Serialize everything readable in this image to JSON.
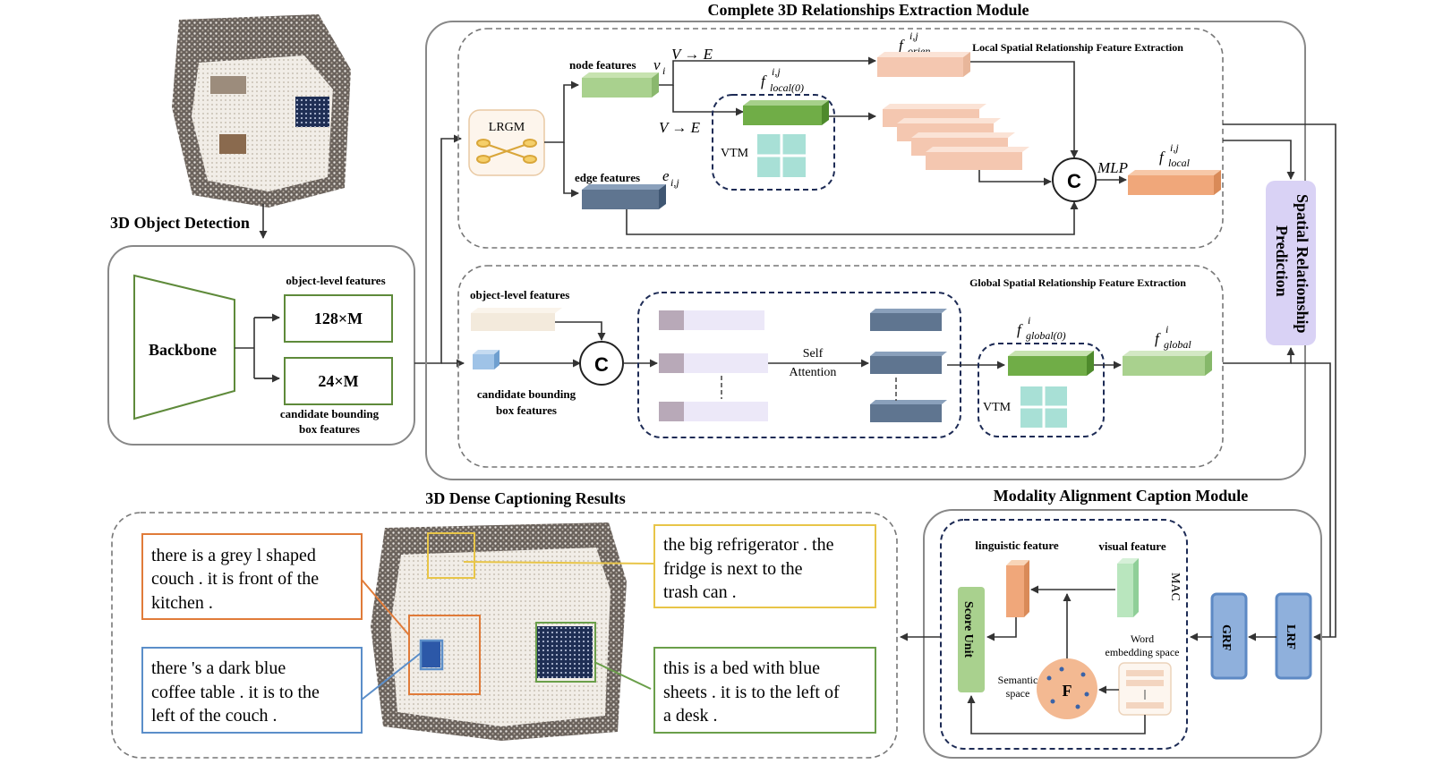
{
  "titles": {
    "detection": "3D Object Detection",
    "complete_module": "Complete 3D Relationships Extraction Module",
    "local_section": "Local Spatial Relationship Feature Extraction",
    "global_section": "Global Spatial Relationship Feature Extraction",
    "results": "3D Dense Captioning Results",
    "mac_module": "Modality Alignment Caption Module"
  },
  "detector": {
    "backbone": "Backbone",
    "object_level_features": "object-level features",
    "feature_128": "128×M",
    "feature_24": "24×M",
    "candidate_bbox_line1": "candidate bounding",
    "candidate_bbox_line2": "box features"
  },
  "local": {
    "lrgm": "LRGM",
    "node_features": "node features",
    "node_sym": "v",
    "node_sub": "i",
    "edge_features": "edge features",
    "edge_sym": "e",
    "edge_sub": "i,j",
    "v_to_e_1": "V → E",
    "v_to_e_2": "V → E",
    "f_orien_sym": "f",
    "f_orien_sup": "i,j",
    "f_orien_sub": "orien",
    "f_local0_sym": "f",
    "f_local0_sup": "i,j",
    "f_local0_sub": "local(0)",
    "vtm": "VTM",
    "concat": "C",
    "mlp": "MLP",
    "f_local_sym": "f",
    "f_local_sup": "i,j",
    "f_local_sub": "local"
  },
  "global": {
    "object_level_features": "object-level features",
    "candidate_line1": "candidate bounding",
    "candidate_line2": "box features",
    "concat": "C",
    "self_attention_line1": "Self",
    "self_attention_line2": "Attention",
    "f_global0_sym": "f",
    "f_global0_sup": "i",
    "f_global0_sub": "global(0)",
    "vtm": "VTM",
    "f_global_sym": "f",
    "f_global_sup": "i",
    "f_global_sub": "global"
  },
  "prediction": {
    "line1": "Spatial Relationship",
    "line2": "Prediction"
  },
  "mac": {
    "label": "MAC",
    "linguistic_feature": "linguistic feature",
    "visual_feature": "visual feature",
    "score_unit": "Score Unit",
    "word_embedding_line1": "Word",
    "word_embedding_line2": "embedding space",
    "semantic_line1": "Semantic",
    "semantic_line2": "space",
    "f_label": "F",
    "grf": "GRF",
    "lrf": "LRF"
  },
  "captions": {
    "couch": [
      "there is a grey l shaped",
      "couch . it is front of the",
      "kitchen ."
    ],
    "table": [
      "there 's a dark blue",
      "coffee table . it is to the",
      "left of the couch ."
    ],
    "fridge": [
      "the big refrigerator . the",
      "fridge is next to the",
      "trash can ."
    ],
    "bed": [
      "this is a bed with blue",
      "sheets . it is to the left of",
      "a desk ."
    ]
  },
  "colors": {
    "node_green": "#a9d18e",
    "vtm_green": "#70ad47",
    "edge_slate": "#5f7590",
    "orien_peach": "#f4c7b0",
    "local_orange": "#f0a77a",
    "global_green": "#a9d18e",
    "prediction_lavender": "#d9d2f5",
    "grf_blue": "#8fb0dc",
    "couch_box": "#e07b39",
    "table_box": "#5b8ec9",
    "fridge_box": "#e8c548",
    "bed_box": "#6a9f4a"
  }
}
